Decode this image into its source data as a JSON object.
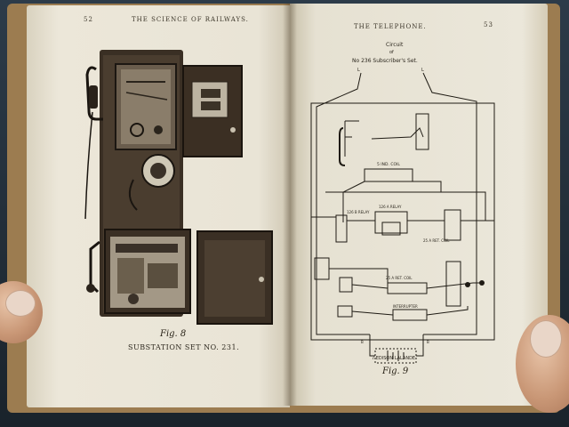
{
  "left_page": {
    "page_number": "52",
    "running_head": "THE SCIENCE OF RAILWAYS.",
    "figure_label": "Fig. 8",
    "caption": "SUBSTATION SET NO. 231."
  },
  "right_page": {
    "page_number": "53",
    "running_head": "THE TELEPHONE.",
    "diagram_title_line1": "Circuit",
    "diagram_title_line2": "of",
    "diagram_title_line3": "No 236 Subscriber's Set.",
    "labels": {
      "l1": "L",
      "l2": "L",
      "ind_coil": "5 IND. COIL",
      "relay_b": "126 B RELAY",
      "relay_a": "126 A RELAY",
      "ret_coil_a": "25 A RET. COIL",
      "ret_coil_a2": "25 A RET. COIL",
      "interrupter": "INTERRUPTER",
      "battery": "7 EDISON LALANDE",
      "b1": "B",
      "b2": "B"
    },
    "figure_label": "Fig. 9"
  }
}
